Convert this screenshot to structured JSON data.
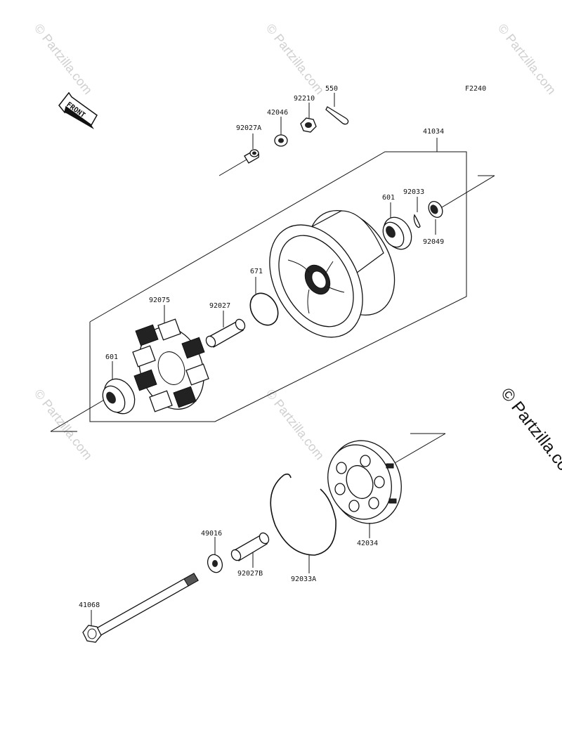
{
  "figure_code": "F2240",
  "front_arrow": "FRONT",
  "watermark": "© Partzilla.com",
  "parts": {
    "p550": "550",
    "p92210": "92210",
    "p42046": "42046",
    "p92027A": "92027A",
    "p41034": "41034",
    "p601_top": "601",
    "p92033": "92033",
    "p92049": "92049",
    "p671": "671",
    "p92075": "92075",
    "p92027": "92027",
    "p601_left": "601",
    "p49016": "49016",
    "p92027B": "92027B",
    "p92033A": "92033A",
    "p42034": "42034",
    "p41068": "41068"
  }
}
